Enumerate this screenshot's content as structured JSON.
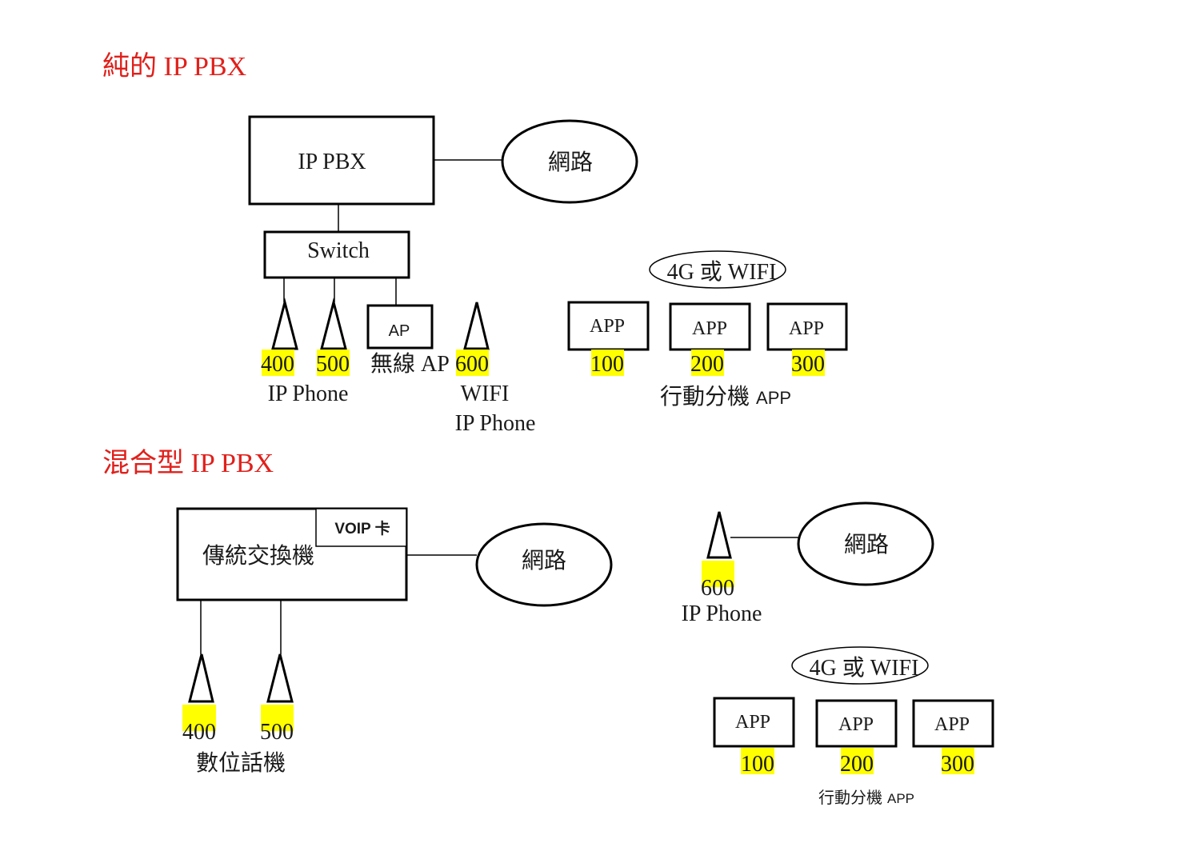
{
  "top": {
    "heading": "純的 IP PBX",
    "pbx_label": "IP PBX",
    "network_label": "網路",
    "switch_label": "Switch",
    "ap_label": "AP",
    "ext_400": "400",
    "ext_500": "500",
    "wireless_ap_label": "無線 AP",
    "ext_600": "600",
    "ip_phone_label": "IP Phone",
    "wifi_label": "WIFI",
    "wifi_ip_phone_label": "IP Phone",
    "conn_label": "4G 或 WIFI",
    "app_labels": [
      "APP",
      "APP",
      "APP"
    ],
    "app_exts": [
      "100",
      "200",
      "300"
    ],
    "mobile_app_prefix": "行動分機",
    "mobile_app_suffix": "APP"
  },
  "bottom": {
    "heading": "混合型 IP PBX",
    "pbx_label": "傳統交換機",
    "voip_label": "VOIP 卡",
    "network_label": "網路",
    "ext_400": "400",
    "ext_500": "500",
    "digital_phone_label": "數位話機",
    "ext_600": "600",
    "ip_phone_label": "IP Phone",
    "network2_label": "網路",
    "conn_label": "4G 或 WIFI",
    "app_labels": [
      "APP",
      "APP",
      "APP"
    ],
    "app_exts": [
      "100",
      "200",
      "300"
    ],
    "mobile_app_prefix": "行動分機",
    "mobile_app_suffix": "APP"
  }
}
